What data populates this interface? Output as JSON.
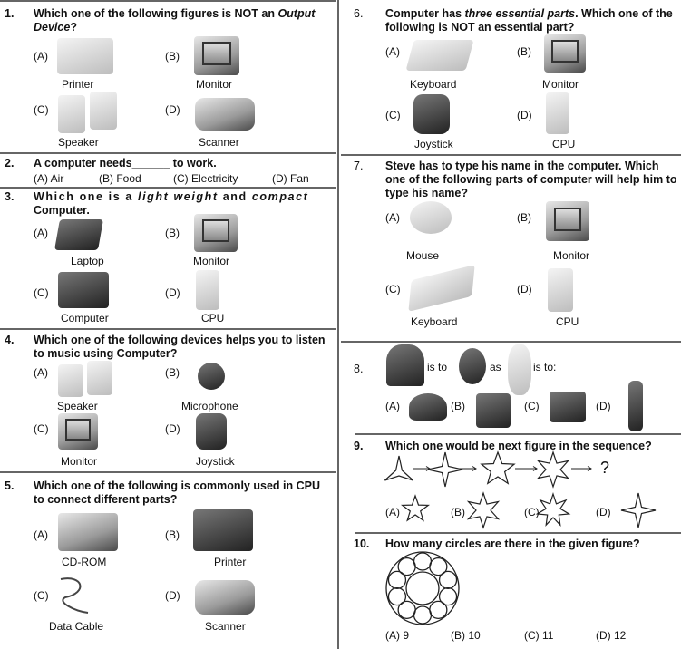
{
  "q1": {
    "num": "1.",
    "text": [
      "Which one of the following figures is NOT an ",
      "Output Device",
      "?"
    ],
    "options": [
      {
        "key": "(A)",
        "label": "Printer",
        "icon": "printer-image"
      },
      {
        "key": "(B)",
        "label": "Monitor",
        "icon": "monitor-image"
      },
      {
        "key": "(C)",
        "label": "Speaker",
        "icon": "speaker-image"
      },
      {
        "key": "(D)",
        "label": "Scanner",
        "icon": "scanner-image"
      }
    ]
  },
  "q2": {
    "num": "2.",
    "text": "A computer needs______ to work.",
    "options": [
      "(A)  Air",
      "(B)  Food",
      "(C)  Electricity",
      "(D) Fan"
    ]
  },
  "q3": {
    "num": "3.",
    "text": [
      "Which one is a ",
      "light weight",
      " and ",
      "compact",
      " Computer."
    ],
    "options": [
      {
        "key": "(A)",
        "label": "Laptop",
        "icon": "laptop-image"
      },
      {
        "key": "(B)",
        "label": "Monitor",
        "icon": "monitor-image"
      },
      {
        "key": "(C)",
        "label": "Computer",
        "icon": "computer-image"
      },
      {
        "key": "(D)",
        "label": "CPU",
        "icon": "cpu-image"
      }
    ]
  },
  "q4": {
    "num": "4.",
    "text": "Which one of the following devices helps you to listen to music using Computer?",
    "options": [
      {
        "key": "(A)",
        "label": "Speaker",
        "icon": "speaker-image"
      },
      {
        "key": "(B)",
        "label": "Microphone",
        "icon": "microphone-image"
      },
      {
        "key": "(C)",
        "label": "Monitor",
        "icon": "monitor-image"
      },
      {
        "key": "(D)",
        "label": "Joystick",
        "icon": "joystick-image"
      }
    ]
  },
  "q5": {
    "num": "5.",
    "text": "Which one of the following is commonly used in CPU to connect different parts?",
    "options": [
      {
        "key": "(A)",
        "label": "CD-ROM",
        "icon": "cd-rom-image"
      },
      {
        "key": "(B)",
        "label": "Printer",
        "icon": "printer-image"
      },
      {
        "key": "(C)",
        "label": "Data Cable",
        "icon": "data-cable-image"
      },
      {
        "key": "(D)",
        "label": "Scanner",
        "icon": "scanner-image"
      }
    ]
  },
  "q6": {
    "num": "6.",
    "text": [
      "Computer has ",
      "three essential parts",
      ". Which one of the following is NOT an essential part?"
    ],
    "options": [
      {
        "key": "(A)",
        "label": "Keyboard",
        "icon": "keyboard-image"
      },
      {
        "key": "(B)",
        "label": "Monitor",
        "icon": "monitor-image"
      },
      {
        "key": "(C)",
        "label": "Joystick",
        "icon": "joystick-image"
      },
      {
        "key": "(D)",
        "label": "CPU",
        "icon": "cpu-image"
      }
    ]
  },
  "q7": {
    "num": "7.",
    "text": "Steve has to type his name in the computer. Which one of the following parts of computer will help him to type his name?",
    "options": [
      {
        "key": "(A)",
        "label": "Mouse",
        "icon": "mouse-image"
      },
      {
        "key": "(B)",
        "label": "Monitor",
        "icon": "monitor-image"
      },
      {
        "key": "(C)",
        "label": "Keyboard",
        "icon": "keyboard-image"
      },
      {
        "key": "(D)",
        "label": "CPU",
        "icon": "cpu-image"
      }
    ]
  },
  "q8": {
    "num": "8.",
    "is_to": "is to",
    "as": "as",
    "is_to2": "is to:",
    "options": [
      "(A)",
      "(B)",
      "(C)",
      "(D)"
    ],
    "images": [
      "hand-image",
      "boxing-glove-image",
      "foot-image",
      "cap-image",
      "boot-image",
      "camera-image",
      "man-image"
    ]
  },
  "q9": {
    "num": "9.",
    "text": "Which one would be next figure in the sequence?",
    "question_mark": "?",
    "options": [
      "(A)",
      "(B)",
      "(C)",
      "(D)"
    ]
  },
  "q10": {
    "num": "10.",
    "text": "How many circles are there in the given figure?",
    "options": [
      "(A)  9",
      "(B)  10",
      "(C)  11",
      "(D)  12"
    ]
  }
}
